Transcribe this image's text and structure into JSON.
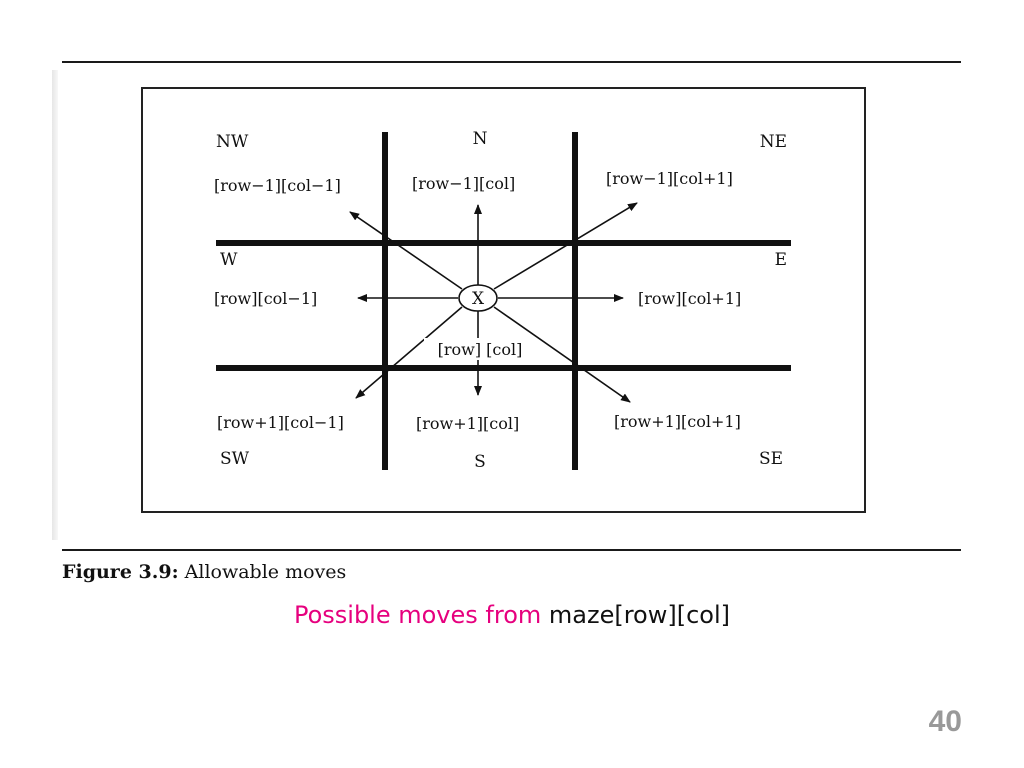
{
  "diagram": {
    "center_label": "X",
    "center_cell_label": "[row] [col]",
    "directions": {
      "NW": "NW",
      "N": "N",
      "NE": "NE",
      "W": "W",
      "E": "E",
      "SW": "SW",
      "S": "S",
      "SE": "SE"
    },
    "cells": {
      "NW": "[row−1][col−1]",
      "N": "[row−1][col]",
      "NE": "[row−1][col+1]",
      "W": "[row][col−1]",
      "E": "[row][col+1]",
      "SW": "[row+1][col−1]",
      "S": "[row+1][col]",
      "SE": "[row+1][col+1]"
    }
  },
  "caption": {
    "figure_label": "Figure 3.9:",
    "text": "Allowable moves"
  },
  "subtitle": {
    "highlight": "Possible moves from",
    "code": "maze[row][col]"
  },
  "page_number": "40",
  "colors": {
    "highlight": "#e6007e",
    "page_number": "#999999"
  }
}
